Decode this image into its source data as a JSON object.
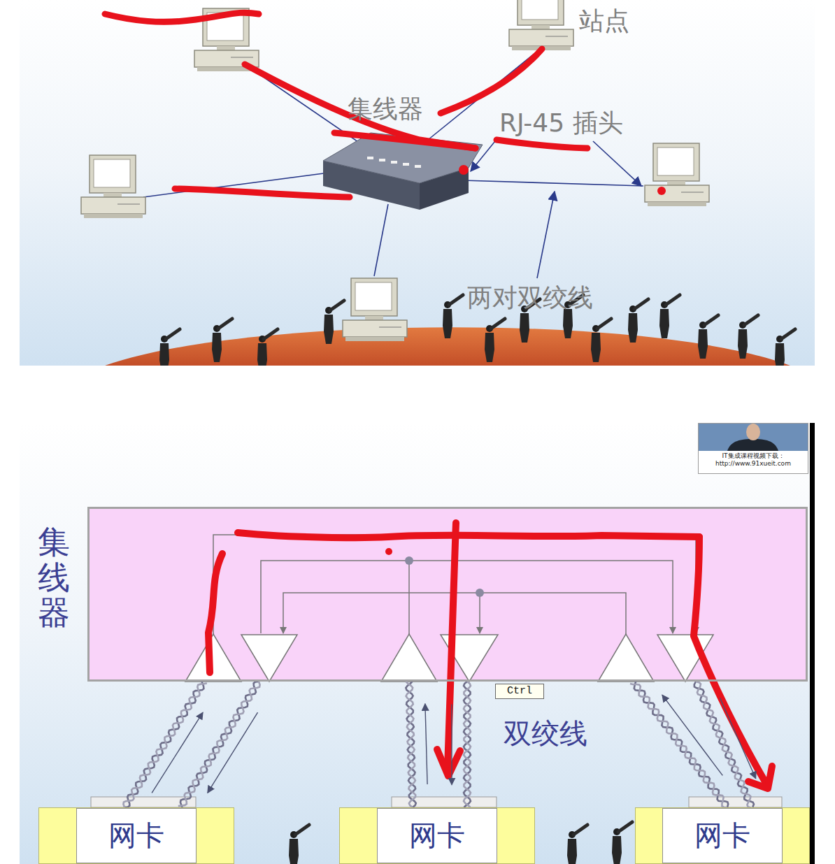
{
  "diagram": {
    "nodes": [
      {
        "text": [
          "IT集成课程视频下载：",
          "http://www.91xueit.com"
        ]
      },
      {
        "text": [
          "集线器"
        ]
      },
      {
        "text": [
          "Ctrl"
        ]
      },
      {
        "text": [
          "网卡"
        ]
      },
      {
        "text": [
          "网卡"
        ]
      },
      {
        "text": [
          "网卡"
        ]
      }
    ],
    "edges": [
      {
        "from": 3,
        "to": 1,
        "arrow": "to"
      },
      {
        "from": 1,
        "to": 3,
        "arrow": "to"
      },
      {
        "from": 4,
        "to": 1,
        "arrow": "to"
      },
      {
        "from": 1,
        "to": 4,
        "arrow": "to"
      },
      {
        "from": 5,
        "to": 1,
        "arrow": "to"
      },
      {
        "from": 1,
        "to": 5,
        "arrow": "to"
      }
    ],
    "labels": [
      "站点",
      "集线器",
      "RJ-45 插头",
      "两对双绞线",
      "双绞线"
    ]
  }
}
